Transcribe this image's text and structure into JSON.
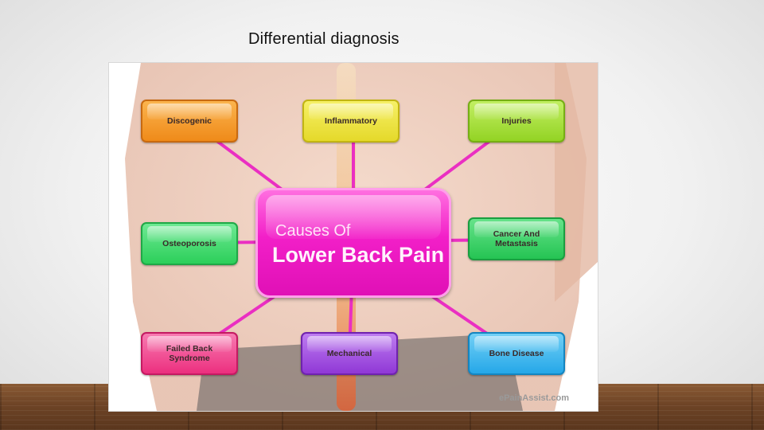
{
  "slide": {
    "title": "Differential diagnosis"
  },
  "diagram": {
    "center": {
      "line1": "Causes Of",
      "line2": "Lower Back Pain"
    },
    "nodes": [
      {
        "label": "Discogenic",
        "color": "#f39a2c"
      },
      {
        "label": "Inflammatory",
        "color": "#ece43c"
      },
      {
        "label": "Injuries",
        "color": "#a6e23a"
      },
      {
        "label": "Osteoporosis",
        "color": "#3fd86e"
      },
      {
        "label": "Cancer And Metastasis",
        "color": "#33cf62"
      },
      {
        "label": "Failed Back Syndrome",
        "color": "#f2428e"
      },
      {
        "label": "Mechanical",
        "color": "#a24ee0"
      },
      {
        "label": "Bone Disease",
        "color": "#3ab8f0"
      }
    ],
    "connector_color": "#ea2fc2",
    "credit": "ePainAssist.com"
  }
}
